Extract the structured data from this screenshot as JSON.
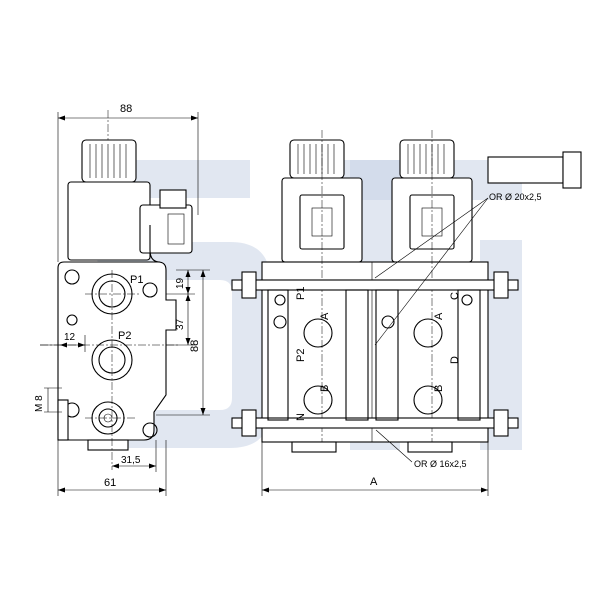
{
  "dimensions": {
    "width_88_top": "88",
    "dim_19": "19",
    "dim_37": "37",
    "dim_88_side": "88",
    "dim_12": "12",
    "thread_m8": "M 8",
    "dim_31_5": "31,5",
    "dim_61": "61",
    "dim_A": "A"
  },
  "ports": {
    "p1_left": "P1",
    "p2_left": "P2",
    "p1_front": "P1",
    "p2_front": "P2",
    "n_front": "N",
    "a1": "A",
    "b1": "B",
    "a2": "A",
    "b2": "B",
    "c": "C",
    "d": "D"
  },
  "callouts": {
    "oring_top": "OR Ø 20x2,5",
    "oring_bottom": "OR Ø 16x2,5"
  },
  "colors": {
    "line": "#000000",
    "watermark": "#c9d3e6"
  }
}
